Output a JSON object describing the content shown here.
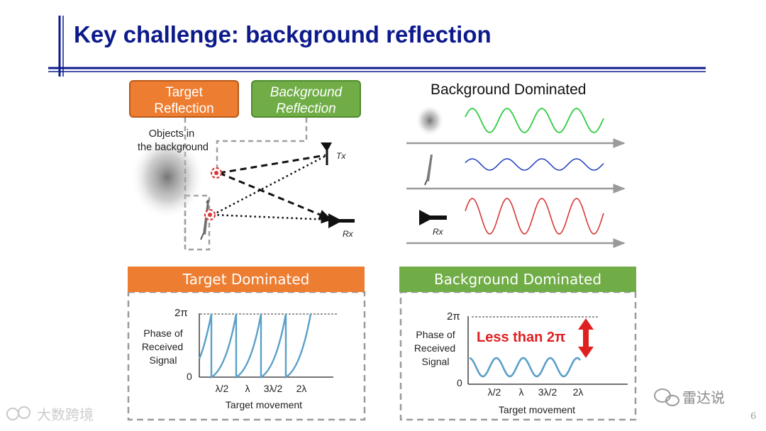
{
  "slide": {
    "title": "Key challenge: background reflection",
    "page_number": "6"
  },
  "diagram": {
    "target_box": [
      "Target",
      "Reflection"
    ],
    "background_box": [
      "Background",
      "Reflection"
    ],
    "objects_label": [
      "Objects in",
      "the background"
    ],
    "tx_label": "Tx",
    "rx_label": "Rx"
  },
  "waves": {
    "title": "Background Dominated",
    "rx_label": "Rx",
    "colors": [
      "#2ecc40",
      "#1f3fbf",
      "#d93838"
    ]
  },
  "target_dominated": {
    "title": "Target Dominated",
    "y_top": "2π",
    "y_zero": "0",
    "ylabel": [
      "Phase of",
      "Received",
      "Signal"
    ],
    "ticks": [
      "λ/2",
      "λ",
      "3λ/2",
      "2λ"
    ],
    "xlabel": "Target movement"
  },
  "background_dominated": {
    "title": "Background Dominated",
    "y_top": "2π",
    "y_zero": "0",
    "ylabel": [
      "Phase of",
      "Received",
      "Signal"
    ],
    "ticks": [
      "λ/2",
      "λ",
      "3λ/2",
      "2λ"
    ],
    "xlabel": "Target movement",
    "annotation": "Less than 2π"
  },
  "watermarks": {
    "left": "大数跨境",
    "right": "雷达说"
  },
  "colors": {
    "title": "#0d1a8c",
    "orange": "#ed7d31",
    "green": "#70ad47",
    "phase_curve": "#5b9fc8",
    "red": "#e02020"
  }
}
